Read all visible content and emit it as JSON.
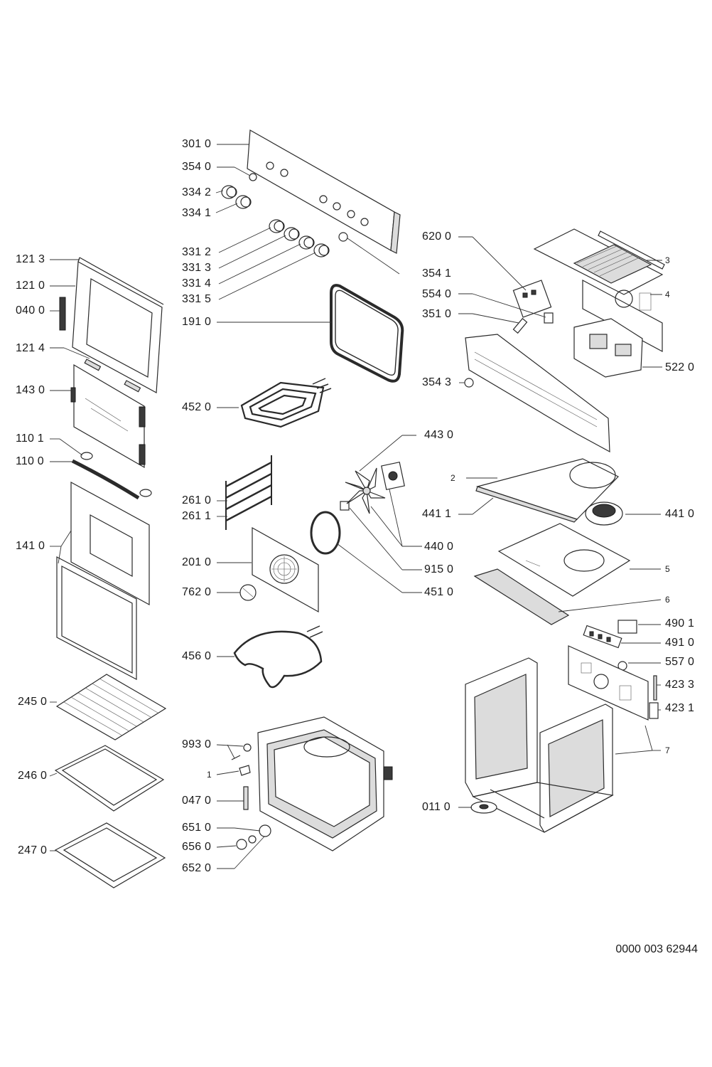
{
  "document_number": "0000 003 62944",
  "labels": {
    "l3010": "301 0",
    "l3540": "354 0",
    "l3342": "334 2",
    "l3341": "334 1",
    "l3312": "331 2",
    "l3313": "331 3",
    "l3314": "331 4",
    "l3315": "331 5",
    "l3541": "354 1",
    "l6200": "620 0",
    "l5540": "554 0",
    "l3510": "351 0",
    "l5220": "522 0",
    "l3543": "354 3",
    "l3": "3",
    "l4": "4",
    "l1213": "121 3",
    "l1210": "121 0",
    "l0400": "040 0",
    "l1214": "121 4",
    "l1430": "143 0",
    "l1101": "110 1",
    "l1100": "110 0",
    "l1410": "141 0",
    "l1910": "191 0",
    "l4520": "452 0",
    "l4430": "443 0",
    "l2": "2",
    "l4411": "441 1",
    "l4410": "441 0",
    "l2610": "261 0",
    "l2611": "261 1",
    "l4400": "440 0",
    "l2010": "201 0",
    "l9150": "915 0",
    "l4510": "451 0",
    "l5": "5",
    "l7620": "762 0",
    "l6": "6",
    "l4901": "490 1",
    "l4910": "491 0",
    "l4560": "456 0",
    "l5570": "557 0",
    "l4233": "423 3",
    "l2450": "245 0",
    "l4231": "423 1",
    "l9930": "993 0",
    "l7": "7",
    "l1": "1",
    "l2460": "246 0",
    "l0470": "047 0",
    "l0110": "011 0",
    "l6510": "651 0",
    "l6560": "656 0",
    "l2470": "247 0",
    "l6520": "652 0"
  }
}
